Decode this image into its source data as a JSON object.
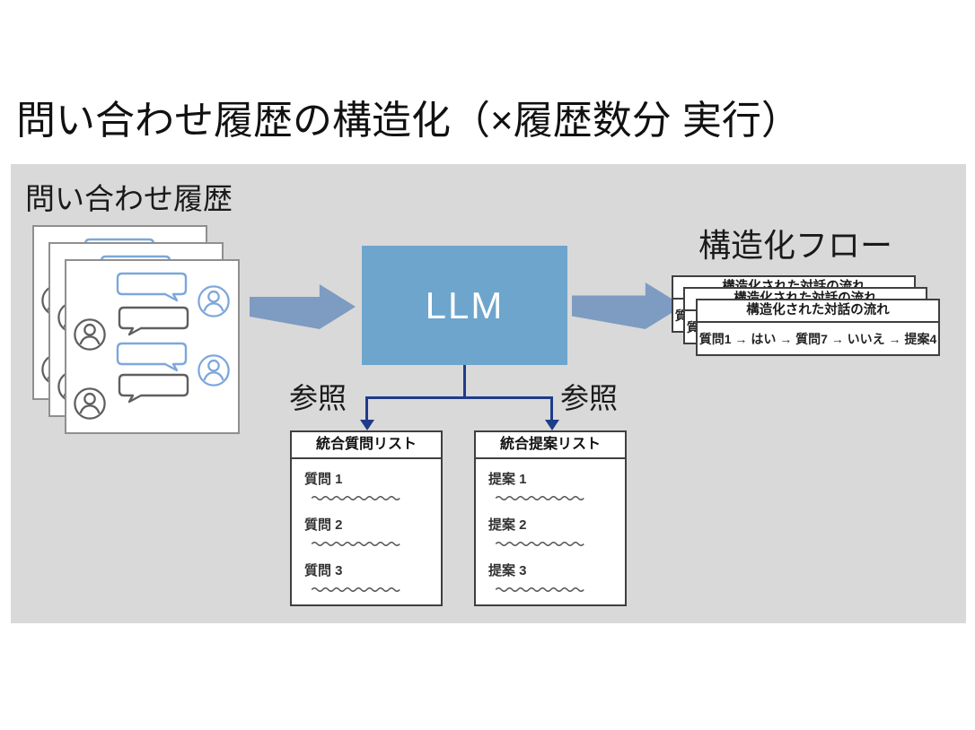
{
  "title": "問い合わせ履歴の構造化（×履歴数分 実行）",
  "panel": {
    "history": {
      "label": "問い合わせ履歴"
    },
    "llm": {
      "label": "LLM"
    },
    "reference_left": "参照",
    "reference_right": "参照",
    "question_list": {
      "title": "統合質問リスト",
      "items": [
        "質問 1",
        "質問 2",
        "質問 3"
      ]
    },
    "proposal_list": {
      "title": "統合提案リスト",
      "items": [
        "提案 1",
        "提案 2",
        "提案 3"
      ]
    },
    "flow": {
      "label": "構造化フロー",
      "card_title": "構造化された対話の流れ",
      "card_body": "質問1 → はい → 質問7 → いいえ → 提案4"
    }
  },
  "colors": {
    "panel_background": "#d9d9d9",
    "llm_box": "#6da5cc",
    "block_arrow": "#7e9bc2",
    "connector_navy": "#1f3c8a",
    "chat_blue": "#7da7dc",
    "chat_gray": "#5f5f5f",
    "dark_border": "#3f3f3f"
  }
}
